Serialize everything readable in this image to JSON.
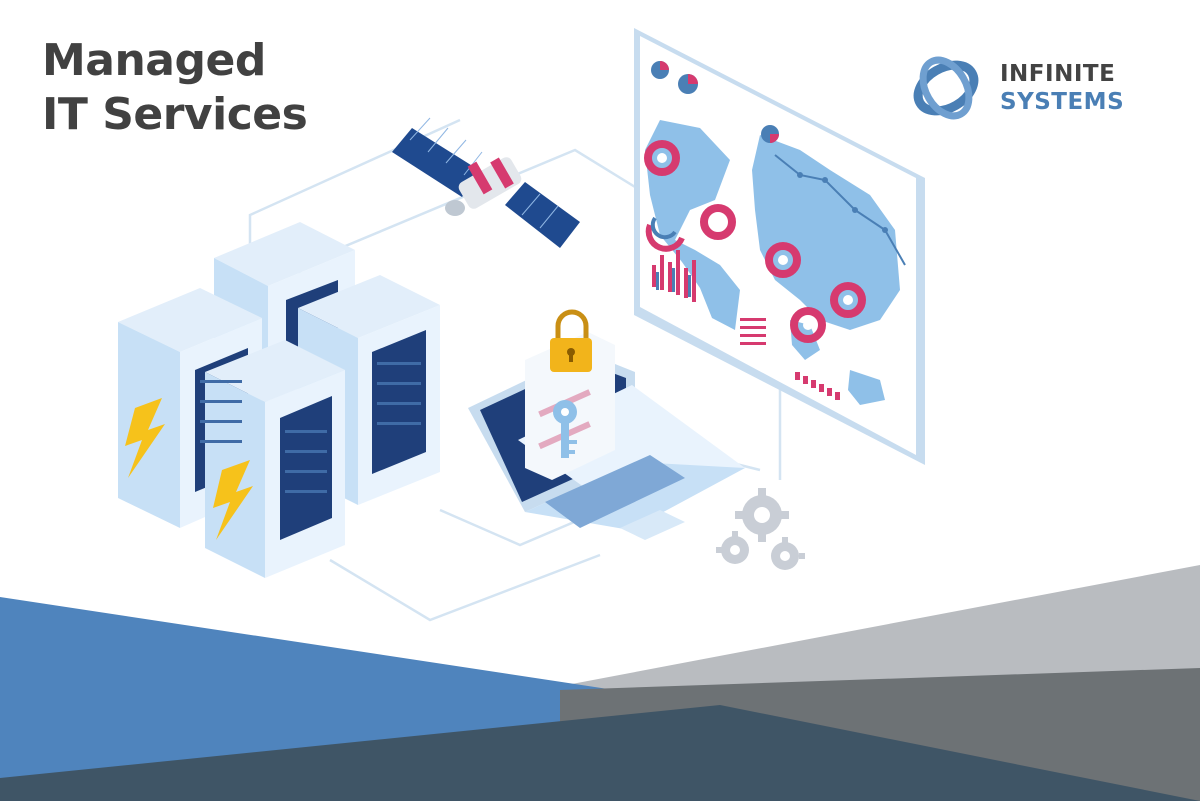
{
  "headline": {
    "line1": "Managed",
    "line2": "IT Services"
  },
  "brand": {
    "line1": "INFINITE",
    "line2": "SYSTEMS"
  },
  "colors": {
    "brand_blue": "#4a7fb5",
    "headline_gray": "#414141",
    "dashboard_pink": "#d63a6f",
    "server_blue": "#c7e0f6",
    "bolt_yellow": "#f6c21b",
    "band_blue": "#4f84bd",
    "band_dark": "#3f5566",
    "band_gray": "#9ea3a8"
  },
  "icons": [
    "server-rack",
    "lightning-bolt",
    "satellite",
    "world-map-dashboard",
    "padlock",
    "key",
    "laptop",
    "gear"
  ]
}
